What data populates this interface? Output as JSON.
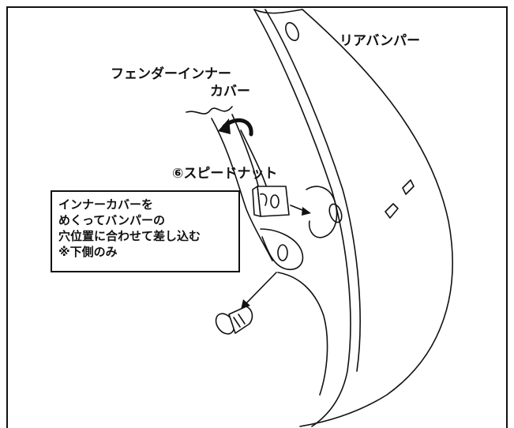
{
  "labels": {
    "rear_bumper": "リアバンパー",
    "fender_inner_cover_line1": "フェンダーインナー",
    "fender_inner_cover_line2": "カバー",
    "speed_nut": "⑥スピードナット"
  },
  "note": {
    "lines": [
      "インナーカバーを",
      "めくってバンパーの",
      "穴位置に合わせて差し込む",
      "※下側のみ"
    ]
  }
}
